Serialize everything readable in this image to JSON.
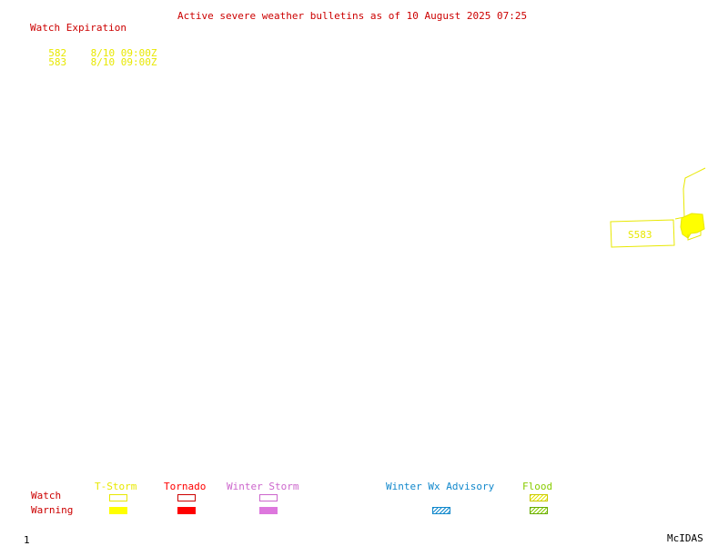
{
  "title": "Active severe weather bulletins as of 10 August 2025 07:25",
  "watch_header": {
    "label": "Watch Expiration"
  },
  "watches": [
    {
      "id": "582",
      "expires": "8/10 09:00Z"
    },
    {
      "id": "583",
      "expires": "8/10 09:00Z"
    }
  ],
  "map_label": "S583",
  "legend": {
    "row_labels": {
      "watch": "Watch",
      "warning": "Warning"
    },
    "categories": [
      {
        "name": "T-Storm",
        "color": "#e8e800"
      },
      {
        "name": "Tornado",
        "color": "#ff0000"
      },
      {
        "name": "Winter Storm",
        "color": "#cc66cc"
      },
      {
        "name": "Winter Wx Advisory",
        "color": "#1188cc"
      },
      {
        "name": "Flood",
        "color": "#88cc00"
      }
    ]
  },
  "footer": {
    "frame_number": "1",
    "brand": "McIDAS"
  },
  "colors": {
    "title": "#cc0000",
    "watch_text": "#e8e800"
  }
}
